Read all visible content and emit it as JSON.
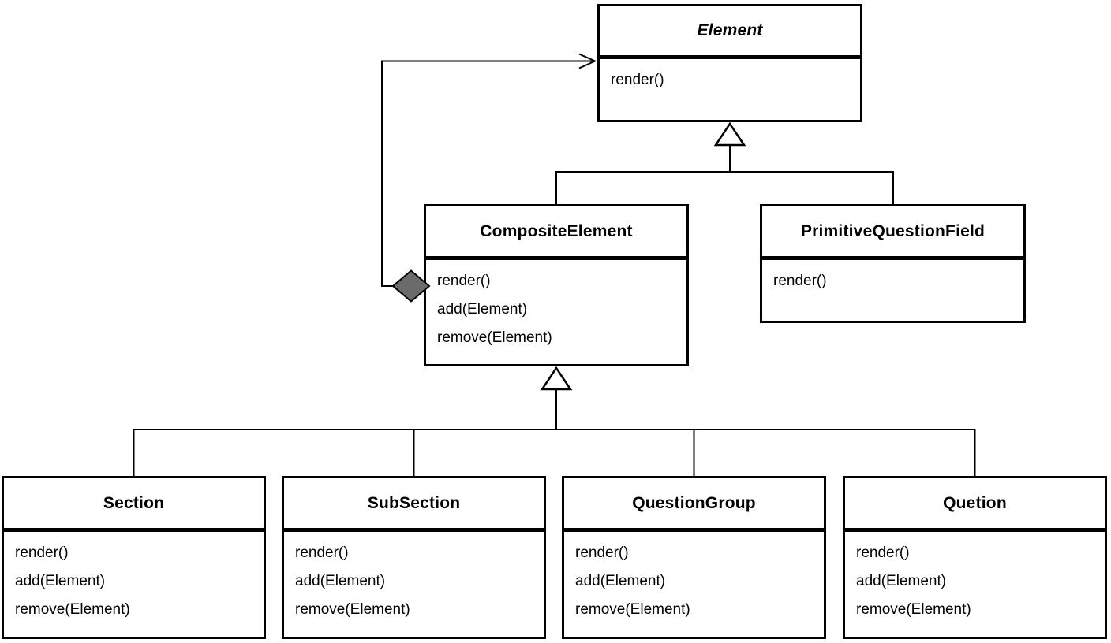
{
  "diagram_title": "",
  "classes": [
    {
      "id": "element",
      "name": "Element",
      "abstract": true,
      "methods": [
        "render()"
      ]
    },
    {
      "id": "composite-element",
      "name": "CompositeElement",
      "abstract": false,
      "methods": [
        "render()",
        "add(Element)",
        "remove(Element)"
      ]
    },
    {
      "id": "primitive-field",
      "name": "PrimitiveQuestionField",
      "abstract": false,
      "methods": [
        "render()"
      ]
    },
    {
      "id": "section",
      "name": "Section",
      "abstract": false,
      "methods": [
        "render()",
        "add(Element)",
        "remove(Element)"
      ]
    },
    {
      "id": "subsection",
      "name": "SubSection",
      "abstract": false,
      "methods": [
        "render()",
        "add(Element)",
        "remove(Element)"
      ]
    },
    {
      "id": "question-group",
      "name": "QuestionGroup",
      "abstract": false,
      "methods": [
        "render()",
        "add(Element)",
        "remove(Element)"
      ]
    },
    {
      "id": "quetion",
      "name": "Quetion",
      "abstract": false,
      "methods": [
        "render()",
        "add(Element)",
        "remove(Element)"
      ]
    }
  ],
  "relationships": [
    {
      "type": "generalization",
      "from": "CompositeElement",
      "to": "Element",
      "marker": "hollow-triangle"
    },
    {
      "type": "generalization",
      "from": "PrimitiveQuestionField",
      "to": "Element",
      "marker": "hollow-triangle"
    },
    {
      "type": "generalization",
      "from": "Section",
      "to": "CompositeElement",
      "marker": "hollow-triangle"
    },
    {
      "type": "generalization",
      "from": "SubSection",
      "to": "CompositeElement",
      "marker": "hollow-triangle"
    },
    {
      "type": "generalization",
      "from": "QuestionGroup",
      "to": "CompositeElement",
      "marker": "hollow-triangle"
    },
    {
      "type": "generalization",
      "from": "Quetion",
      "to": "CompositeElement",
      "marker": "hollow-triangle"
    },
    {
      "type": "aggregation",
      "from": "CompositeElement",
      "to": "Element",
      "marker": "filled-diamond + open-arrow"
    }
  ],
  "colors": {
    "background": "#ffffff",
    "box_border": "#000000",
    "text": "#000000",
    "diamond_fill": "#6b6b6b"
  }
}
